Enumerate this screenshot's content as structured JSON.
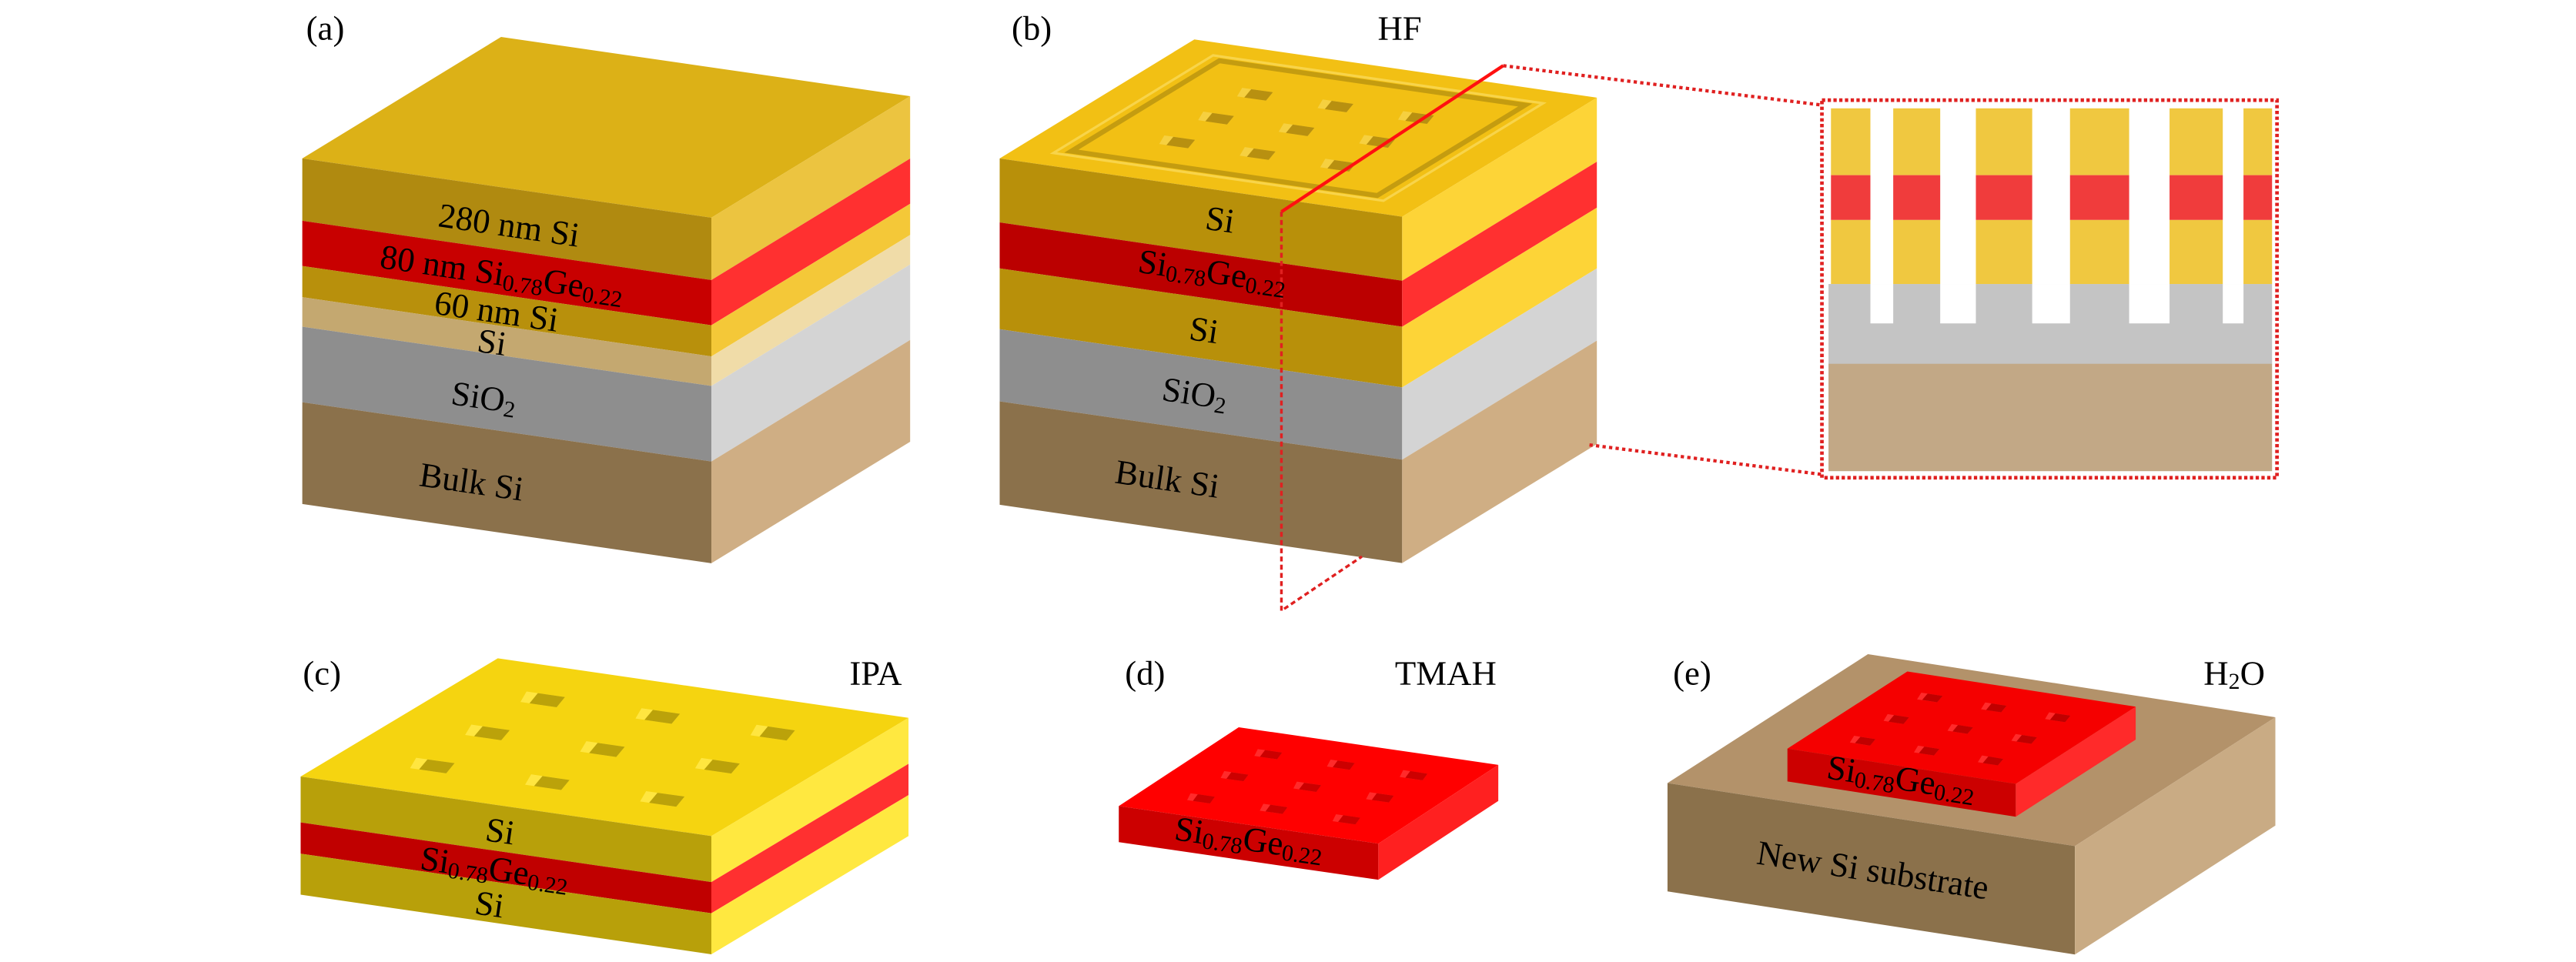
{
  "panels": {
    "a": {
      "label": "(a)",
      "layers": {
        "si_top": "280 nm Si",
        "sige": {
          "prefix": "80 nm ",
          "base1": "Si",
          "sub1": "0.78",
          "base2": "Ge",
          "sub2": "0.22"
        },
        "si_mid": "60 nm Si",
        "si_thin": "Si",
        "sio2": {
          "base": "SiO",
          "sub": "2"
        },
        "bulk": "Bulk Si"
      }
    },
    "b": {
      "label": "(b)",
      "reagent": "HF",
      "layers": {
        "si_top": "Si",
        "sige": {
          "base1": "Si",
          "sub1": "0.78",
          "base2": "Ge",
          "sub2": "0.22"
        },
        "si_bottom": "Si",
        "sio2": {
          "base": "SiO",
          "sub": "2"
        },
        "bulk": "Bulk Si"
      }
    },
    "c": {
      "label": "(c)",
      "reagent": "IPA",
      "layers": {
        "si_top": "Si",
        "sige": {
          "base1": "Si",
          "sub1": "0.78",
          "base2": "Ge",
          "sub2": "0.22"
        },
        "si_bottom": "Si"
      }
    },
    "d": {
      "label": "(d)",
      "reagent": "TMAH",
      "sige": {
        "base1": "Si",
        "sub1": "0.78",
        "base2": "Ge",
        "sub2": "0.22"
      }
    },
    "e": {
      "label": "(e)",
      "reagent": {
        "base": "H",
        "sub": "2",
        "tail": "O"
      },
      "sige": {
        "base1": "Si",
        "sub1": "0.78",
        "base2": "Ge",
        "sub2": "0.22"
      },
      "substrate": "New Si substrate"
    }
  },
  "colors": {
    "si": "#dcb117",
    "sige": "#cc0000",
    "sio2": "#8e8e8e",
    "bulk_si": "#8b714b",
    "zoom_outline": "#e02020"
  }
}
